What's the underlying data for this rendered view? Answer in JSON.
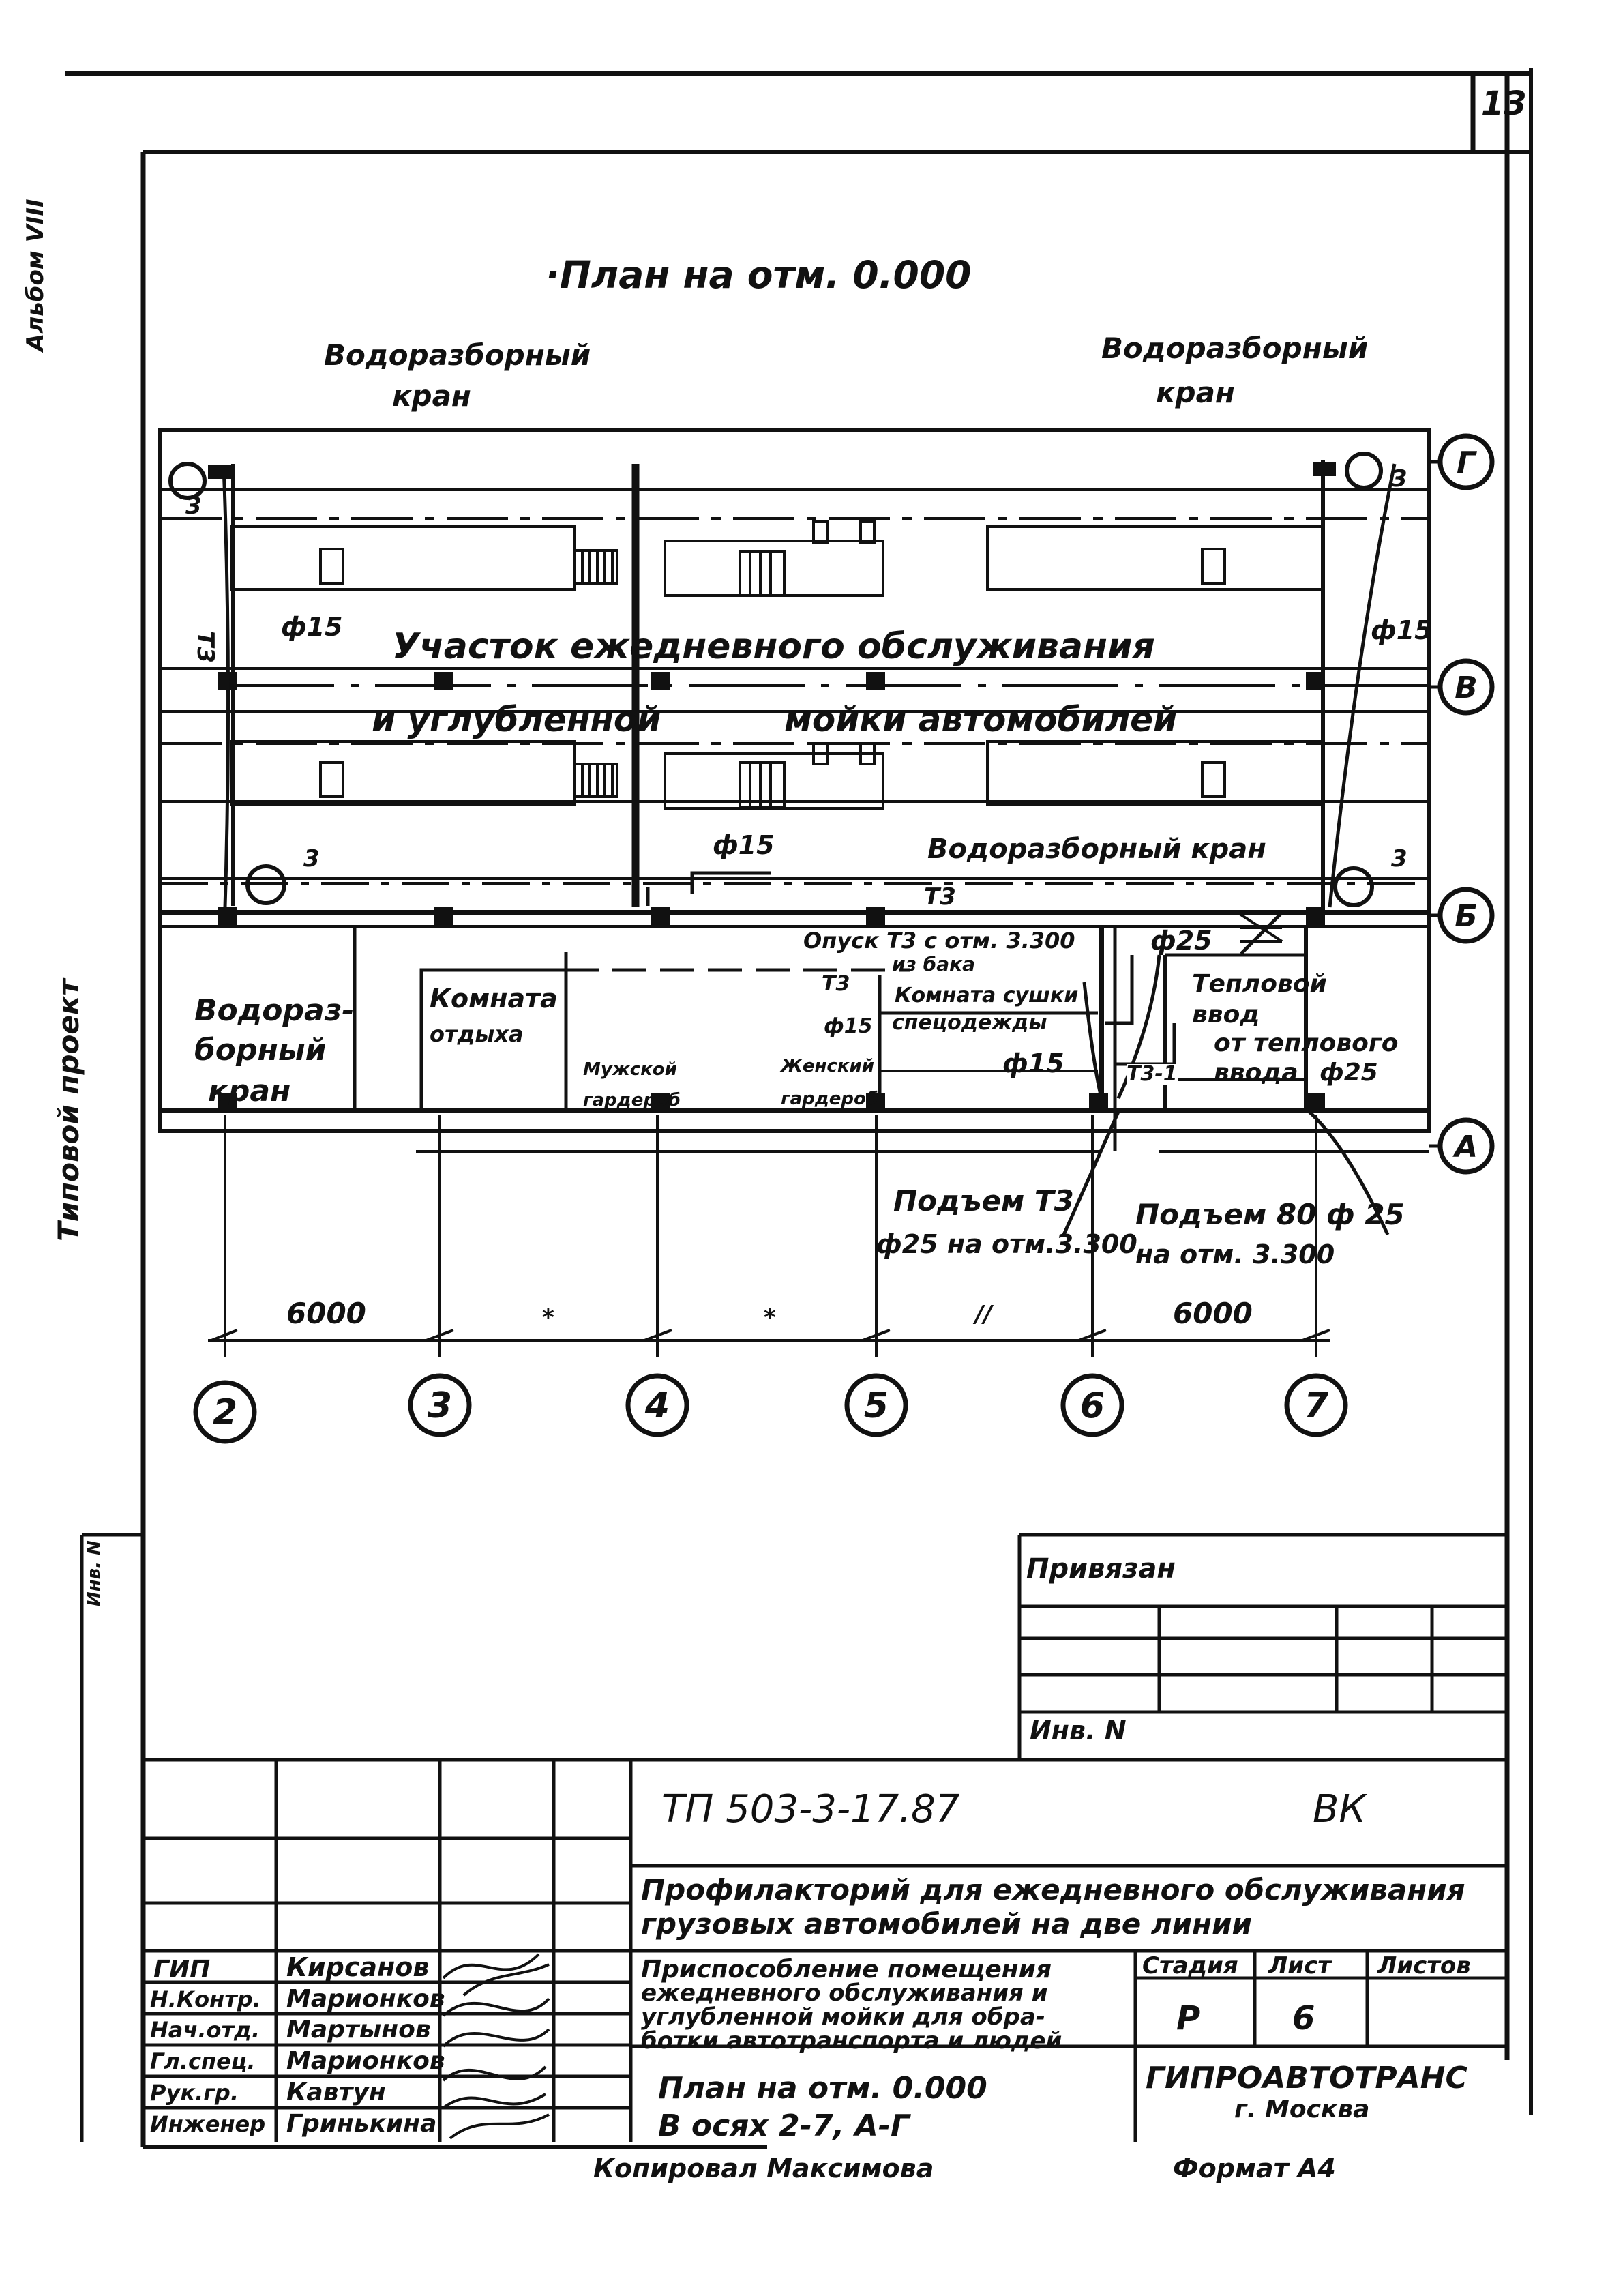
{
  "sheet": {
    "page_number": "13",
    "side_album": "Альбом VIII",
    "side_project": "Типовой проект",
    "side_inv": "Инв. N"
  },
  "drawing": {
    "title": "·План на отм. 0.000",
    "labels": {
      "water_tap_top_left": [
        "Водоразборный",
        "кран"
      ],
      "water_tap_top_right": [
        "Водоразборный",
        "кран"
      ],
      "water_tap_middle_right": "Водоразборный кран",
      "water_tap_lower_left": [
        "Водораз-",
        "борный",
        "кран"
      ],
      "work_area_line_1": "Участок ежедневного обслуживания",
      "work_area_line_2_left": "и углубленной",
      "work_area_line_2_right": "мойки автомобилей",
      "pipe_d15": "ф15",
      "pipe_d25": "ф25",
      "pipe_t3": "Т3",
      "pipe_t3_1": "Т3-1",
      "pipe_drop": [
        "Опуск Т3 с отм. 3.300",
        "из бака"
      ],
      "rest_room": [
        "Комната",
        "отдыха"
      ],
      "male_wardrobe": [
        "Мужской",
        "гардероб"
      ],
      "female_wardrobe": [
        "Женский",
        "гардероб"
      ],
      "drying_room": [
        "Комната сушки",
        "спецодежды"
      ],
      "heat_input": [
        "Тепловой",
        "ввод",
        "от теплового",
        "ввода",
        "ф25"
      ],
      "rise_t3": [
        "Подъем Т3",
        "ф25 на отм.3.300"
      ],
      "rise_80": [
        "Подъем 80 ф 25",
        "на отм. 3.300"
      ],
      "dimension_left": "6000",
      "dimension_right": "6000",
      "dimension_marks": [
        "*",
        "*",
        "//"
      ],
      "axes_rows": [
        "Г",
        "В",
        "Б",
        "А"
      ],
      "axes_columns": [
        "2",
        "3",
        "4",
        "5",
        "6",
        "7"
      ],
      "equipment_number": "3"
    }
  },
  "title_block": {
    "attached": "Привязан",
    "inventory_label": "Инв. N",
    "code": "ТП 503-3-17.87",
    "section": "ВК",
    "project_name": [
      "Профилакторий для ежедневного обслуживания",
      "грузовых автомобилей на две линии"
    ],
    "sheet_description": [
      "Приспособление помещения",
      "ежедневного обслуживания и",
      "углубленной мойки для обра-",
      "ботки автотранспорта и людей"
    ],
    "stage_label": "Стадия",
    "sheet_label": "Лист",
    "sheets_label": "Листов",
    "stage_value": "Р",
    "sheet_value": "6",
    "plan_caption": [
      "План на отм. 0.000",
      "В осях 2-7, А-Г"
    ],
    "organization": [
      "ГИПРОАВТОТРАНС",
      "г. Москва"
    ],
    "people": [
      {
        "role": "ГИП",
        "name": "Кирсанов"
      },
      {
        "role": "Н.Контр.",
        "name": "Марионков"
      },
      {
        "role": "Нач.отд.",
        "name": "Мартынов"
      },
      {
        "role": "Гл.спец.",
        "name": "Марионков"
      },
      {
        "role": "Рук.гр.",
        "name": "Кавтун"
      },
      {
        "role": "Инженер",
        "name": "Гринькина"
      }
    ],
    "copied": "Копировал Максимова",
    "format": "Формат А4"
  }
}
